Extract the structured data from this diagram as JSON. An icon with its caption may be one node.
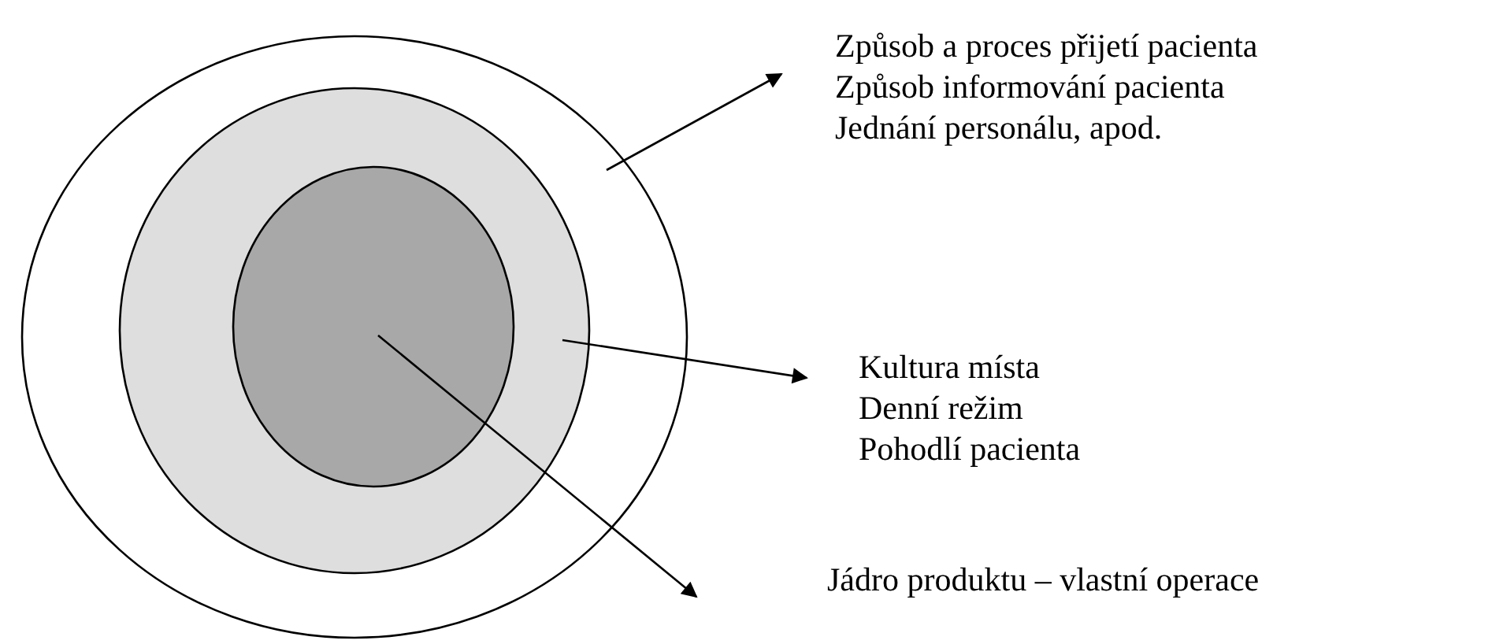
{
  "diagram": {
    "nodes": [
      {
        "text": [],
        "shape": "circle"
      },
      {
        "text": [],
        "shape": "circle",
        "in": 0
      },
      {
        "text": [],
        "shape": "circle",
        "in": 1
      },
      {
        "text": [
          "Způsob a proces přijetí pacienta",
          "Způsob informování pacienta",
          "Jednání personálu, apod."
        ]
      },
      {
        "text": [
          "Kultura místa",
          "Denní režim",
          "Pohodlí pacienta"
        ]
      },
      {
        "text": [
          "Jádro produktu – vlastní operace"
        ]
      }
    ],
    "edges": [
      {
        "from": 0,
        "to": 3,
        "arrow": "to"
      },
      {
        "from": 1,
        "to": 4,
        "arrow": "to"
      },
      {
        "from": 2,
        "to": 5,
        "arrow": "to"
      }
    ]
  }
}
